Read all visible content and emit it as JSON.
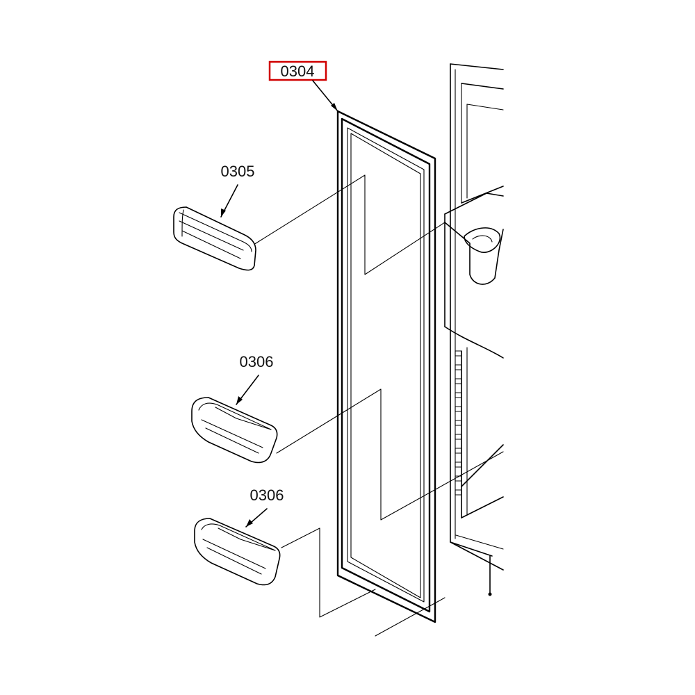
{
  "parts": {
    "gasket_label": "0304",
    "bin_small_label": "0305",
    "bin_middle_label": "0306",
    "bin_bottom_label": "0306"
  },
  "colors": {
    "highlight": "#d00000",
    "line": "#000000",
    "background": "#ffffff"
  }
}
